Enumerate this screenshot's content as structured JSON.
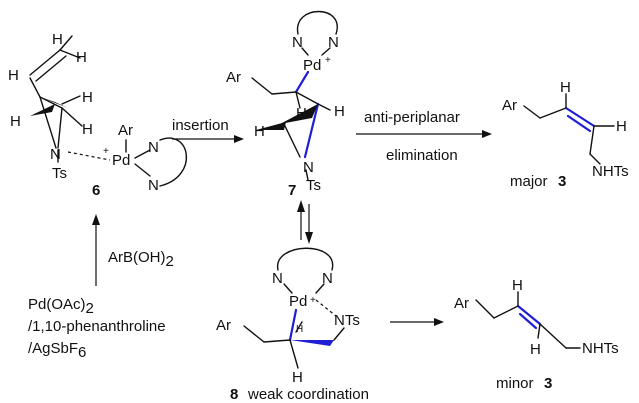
{
  "compound6": {
    "label": "6",
    "atom_H": "H",
    "atom_N": "N",
    "atom_Ts": "Ts",
    "atom_Ar": "Ar",
    "atom_Pd": "Pd",
    "charge": "+"
  },
  "compound7": {
    "label": "7",
    "atom_N": "N",
    "atom_Pd": "Pd",
    "charge": "+",
    "atom_Ar": "Ar",
    "atom_H": "H",
    "atom_Ts": "Ts"
  },
  "compound8": {
    "label": "8",
    "caption": "weak coordination",
    "atom_N": "N",
    "atom_Pd": "Pd",
    "charge": "+",
    "atom_Ar": "Ar",
    "atom_H": "H",
    "atom_NTs": "NTs"
  },
  "product_major": {
    "prefix": "major",
    "label": "3",
    "atom_Ar": "Ar",
    "atom_H": "H",
    "atom_NHTs": "NHTs"
  },
  "product_minor": {
    "prefix": "minor",
    "label": "3",
    "atom_Ar": "Ar",
    "atom_H": "H",
    "atom_NHTs": "NHTs"
  },
  "arrows": {
    "insertion": "insertion",
    "antiperiplanar": "anti-periplanar",
    "elimination": "elimination",
    "reagent": "ArB(OH)",
    "reagent_sub": "2"
  },
  "conditions": {
    "line1": "Pd(OAc)",
    "line1_sub": "2",
    "line2": "/1,10-phenanthroline",
    "line3": "/AgSbF",
    "line3_sub": "6"
  }
}
